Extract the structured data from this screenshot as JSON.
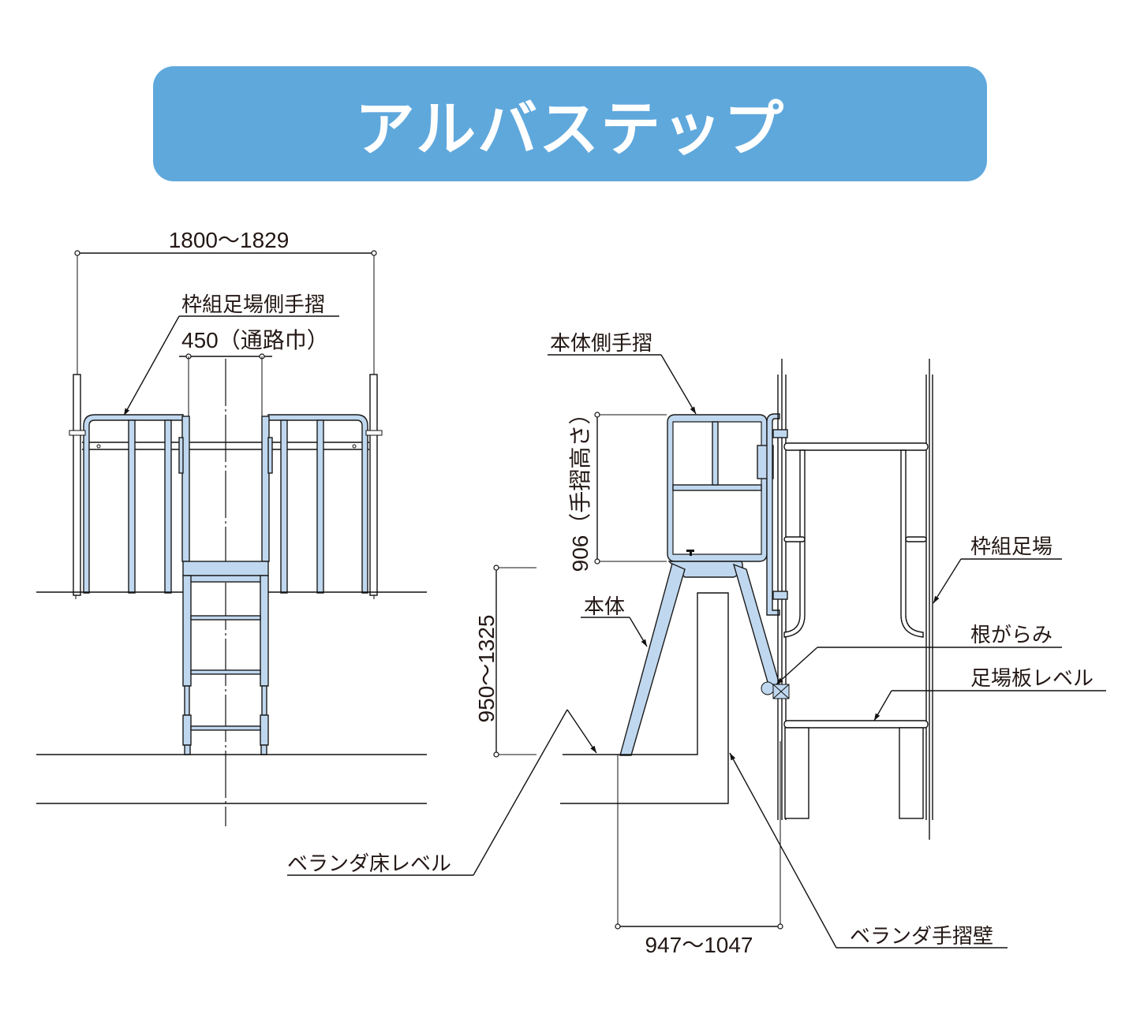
{
  "title": "アルバステップ",
  "colors": {
    "banner": "#5fa8dc",
    "frame_fill": "#c0d8ef",
    "line": "#111111"
  },
  "front_view": {
    "dim_overall_width": "1800〜1829",
    "label_scaffold_handrail": "枠組足場側手摺",
    "dim_passage_width": "450（通路巾）"
  },
  "side_view": {
    "label_body_handrail": "本体側手摺",
    "dim_handrail_height": "906（手摺高さ）",
    "label_frame_scaffold": "枠組足場",
    "label_body": "本体",
    "label_base_tie": "根がらみ",
    "label_board_level": "足場板レベル",
    "dim_step_height": "950〜1325",
    "label_veranda_floor": "ベランダ床レベル",
    "label_veranda_wall": "ベランダ手摺壁",
    "dim_horizontal_reach": "947〜1047"
  }
}
